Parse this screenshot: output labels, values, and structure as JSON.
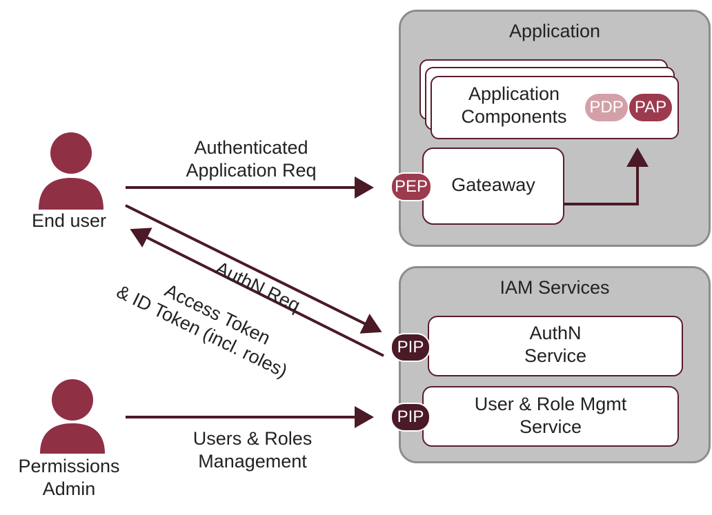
{
  "colors": {
    "accent": "#8f3045",
    "dark_accent": "#4a1a26",
    "light_accent": "#d4a0a8",
    "medium_accent": "#9c3a4e",
    "container_bg": "#c2c2c2"
  },
  "actors": {
    "end_user": {
      "label": "End user",
      "icon": "person-icon"
    },
    "permissions_admin": {
      "label_line1": "Permissions",
      "label_line2": "Admin",
      "icon": "person-icon"
    }
  },
  "application": {
    "title": "Application",
    "components": {
      "line1": "Application",
      "line2": "Components"
    },
    "pdp": "PDP",
    "pap": "PAP",
    "gateway": "Gateaway",
    "pep": "PEP"
  },
  "iam": {
    "title": "IAM Services",
    "authn": {
      "line1": "AuthN",
      "line2": "Service",
      "pip": "PIP"
    },
    "user_role": {
      "line1": "User & Role Mgmt",
      "line2": "Service",
      "pip": "PIP"
    }
  },
  "arrows": {
    "authenticated_req": {
      "line1": "Authenticated",
      "line2": "Application Req"
    },
    "authn_req": "AuthN Req",
    "tokens": {
      "line1": "Access Token",
      "line2": "& ID Token (incl. roles)"
    },
    "users_roles": {
      "line1": "Users & Roles",
      "line2": "Management"
    }
  }
}
